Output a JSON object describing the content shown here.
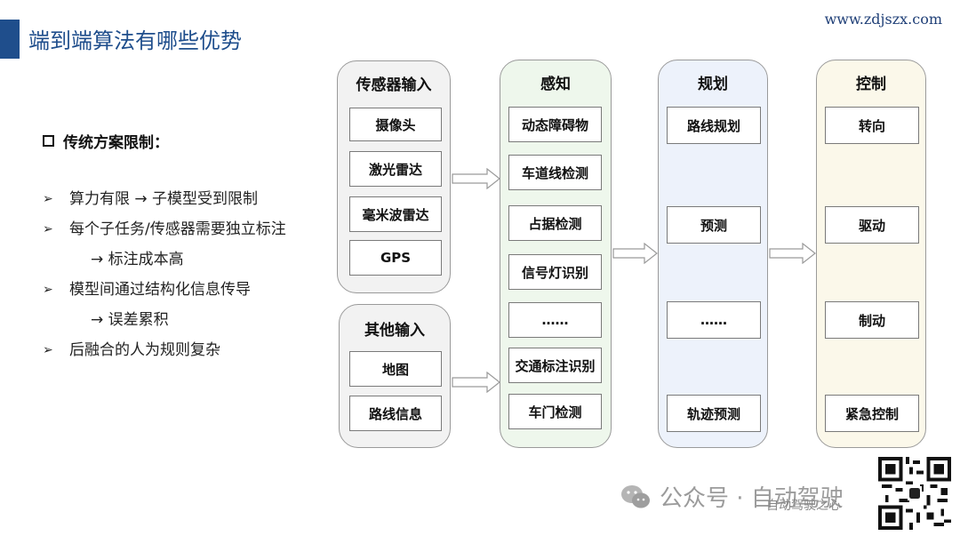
{
  "header": {
    "title": "端到端算法有哪些优势",
    "website": "www.zdjszx.com"
  },
  "bullets": {
    "heading": "传统方案限制：",
    "items": [
      {
        "text": "算力有限 → 子模型受到限制",
        "cont": ""
      },
      {
        "text": "每个子任务/传感器需要独立标注",
        "cont": "→ 标注成本高"
      },
      {
        "text": "模型间通过结构化信息传导",
        "cont": "→ 误差累积"
      },
      {
        "text": "后融合的人为规则复杂",
        "cont": ""
      }
    ]
  },
  "columns": {
    "sensor": {
      "title": "传感器输入",
      "items": [
        "摄像头",
        "激光雷达",
        "毫米波雷达",
        "GPS"
      ]
    },
    "other": {
      "title": "其他输入",
      "items": [
        "地图",
        "路线信息"
      ]
    },
    "perception": {
      "title": "感知",
      "items": [
        "动态障碍物",
        "车道线检测",
        "占据检测",
        "信号灯识别",
        "……",
        "交通标注识别",
        "车门检测"
      ]
    },
    "planning": {
      "title": "规划",
      "items": [
        "路线规划",
        "预测",
        "……",
        "轨迹预测"
      ]
    },
    "control": {
      "title": "控制",
      "items": [
        "转向",
        "驱动",
        "制动",
        "紧急控制"
      ]
    }
  },
  "watermark": {
    "text": "公众号 · 自动驾驶",
    "small": "自动驾驶之心"
  },
  "colors": {
    "brand": "#1f4e8c",
    "sensor_bg": "#f2f2f2",
    "perception_bg": "#eef7ec",
    "planning_bg": "#edf2fb",
    "control_bg": "#fbf8ea"
  }
}
